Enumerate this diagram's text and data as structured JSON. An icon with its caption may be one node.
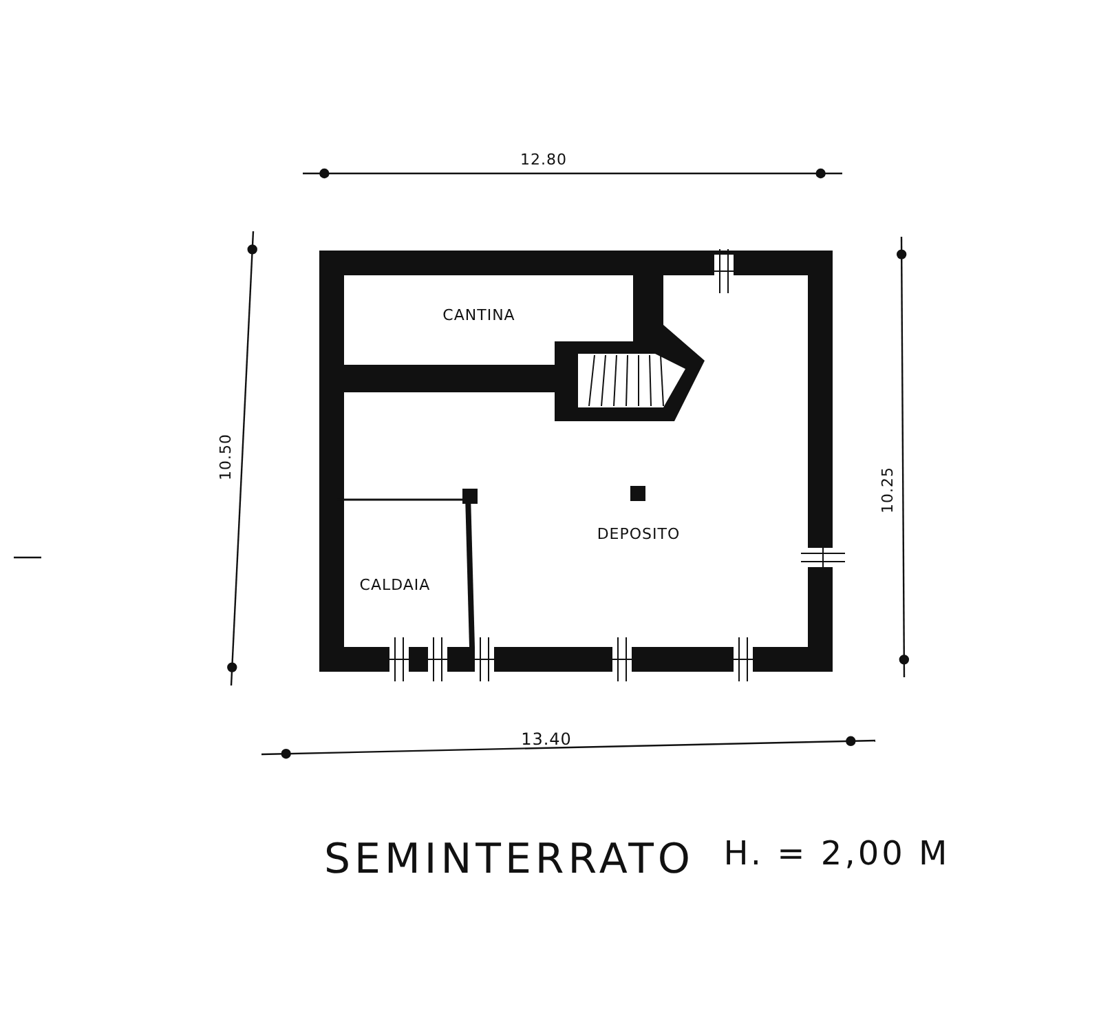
{
  "diagram": {
    "title": "SEMINTERRATO",
    "labels": [
      "12.80",
      "CANTINA",
      "10.50",
      "DEPOSITO",
      "10.25",
      "CALDAIA",
      "13.40",
      "H. = 2,00 M"
    ]
  }
}
